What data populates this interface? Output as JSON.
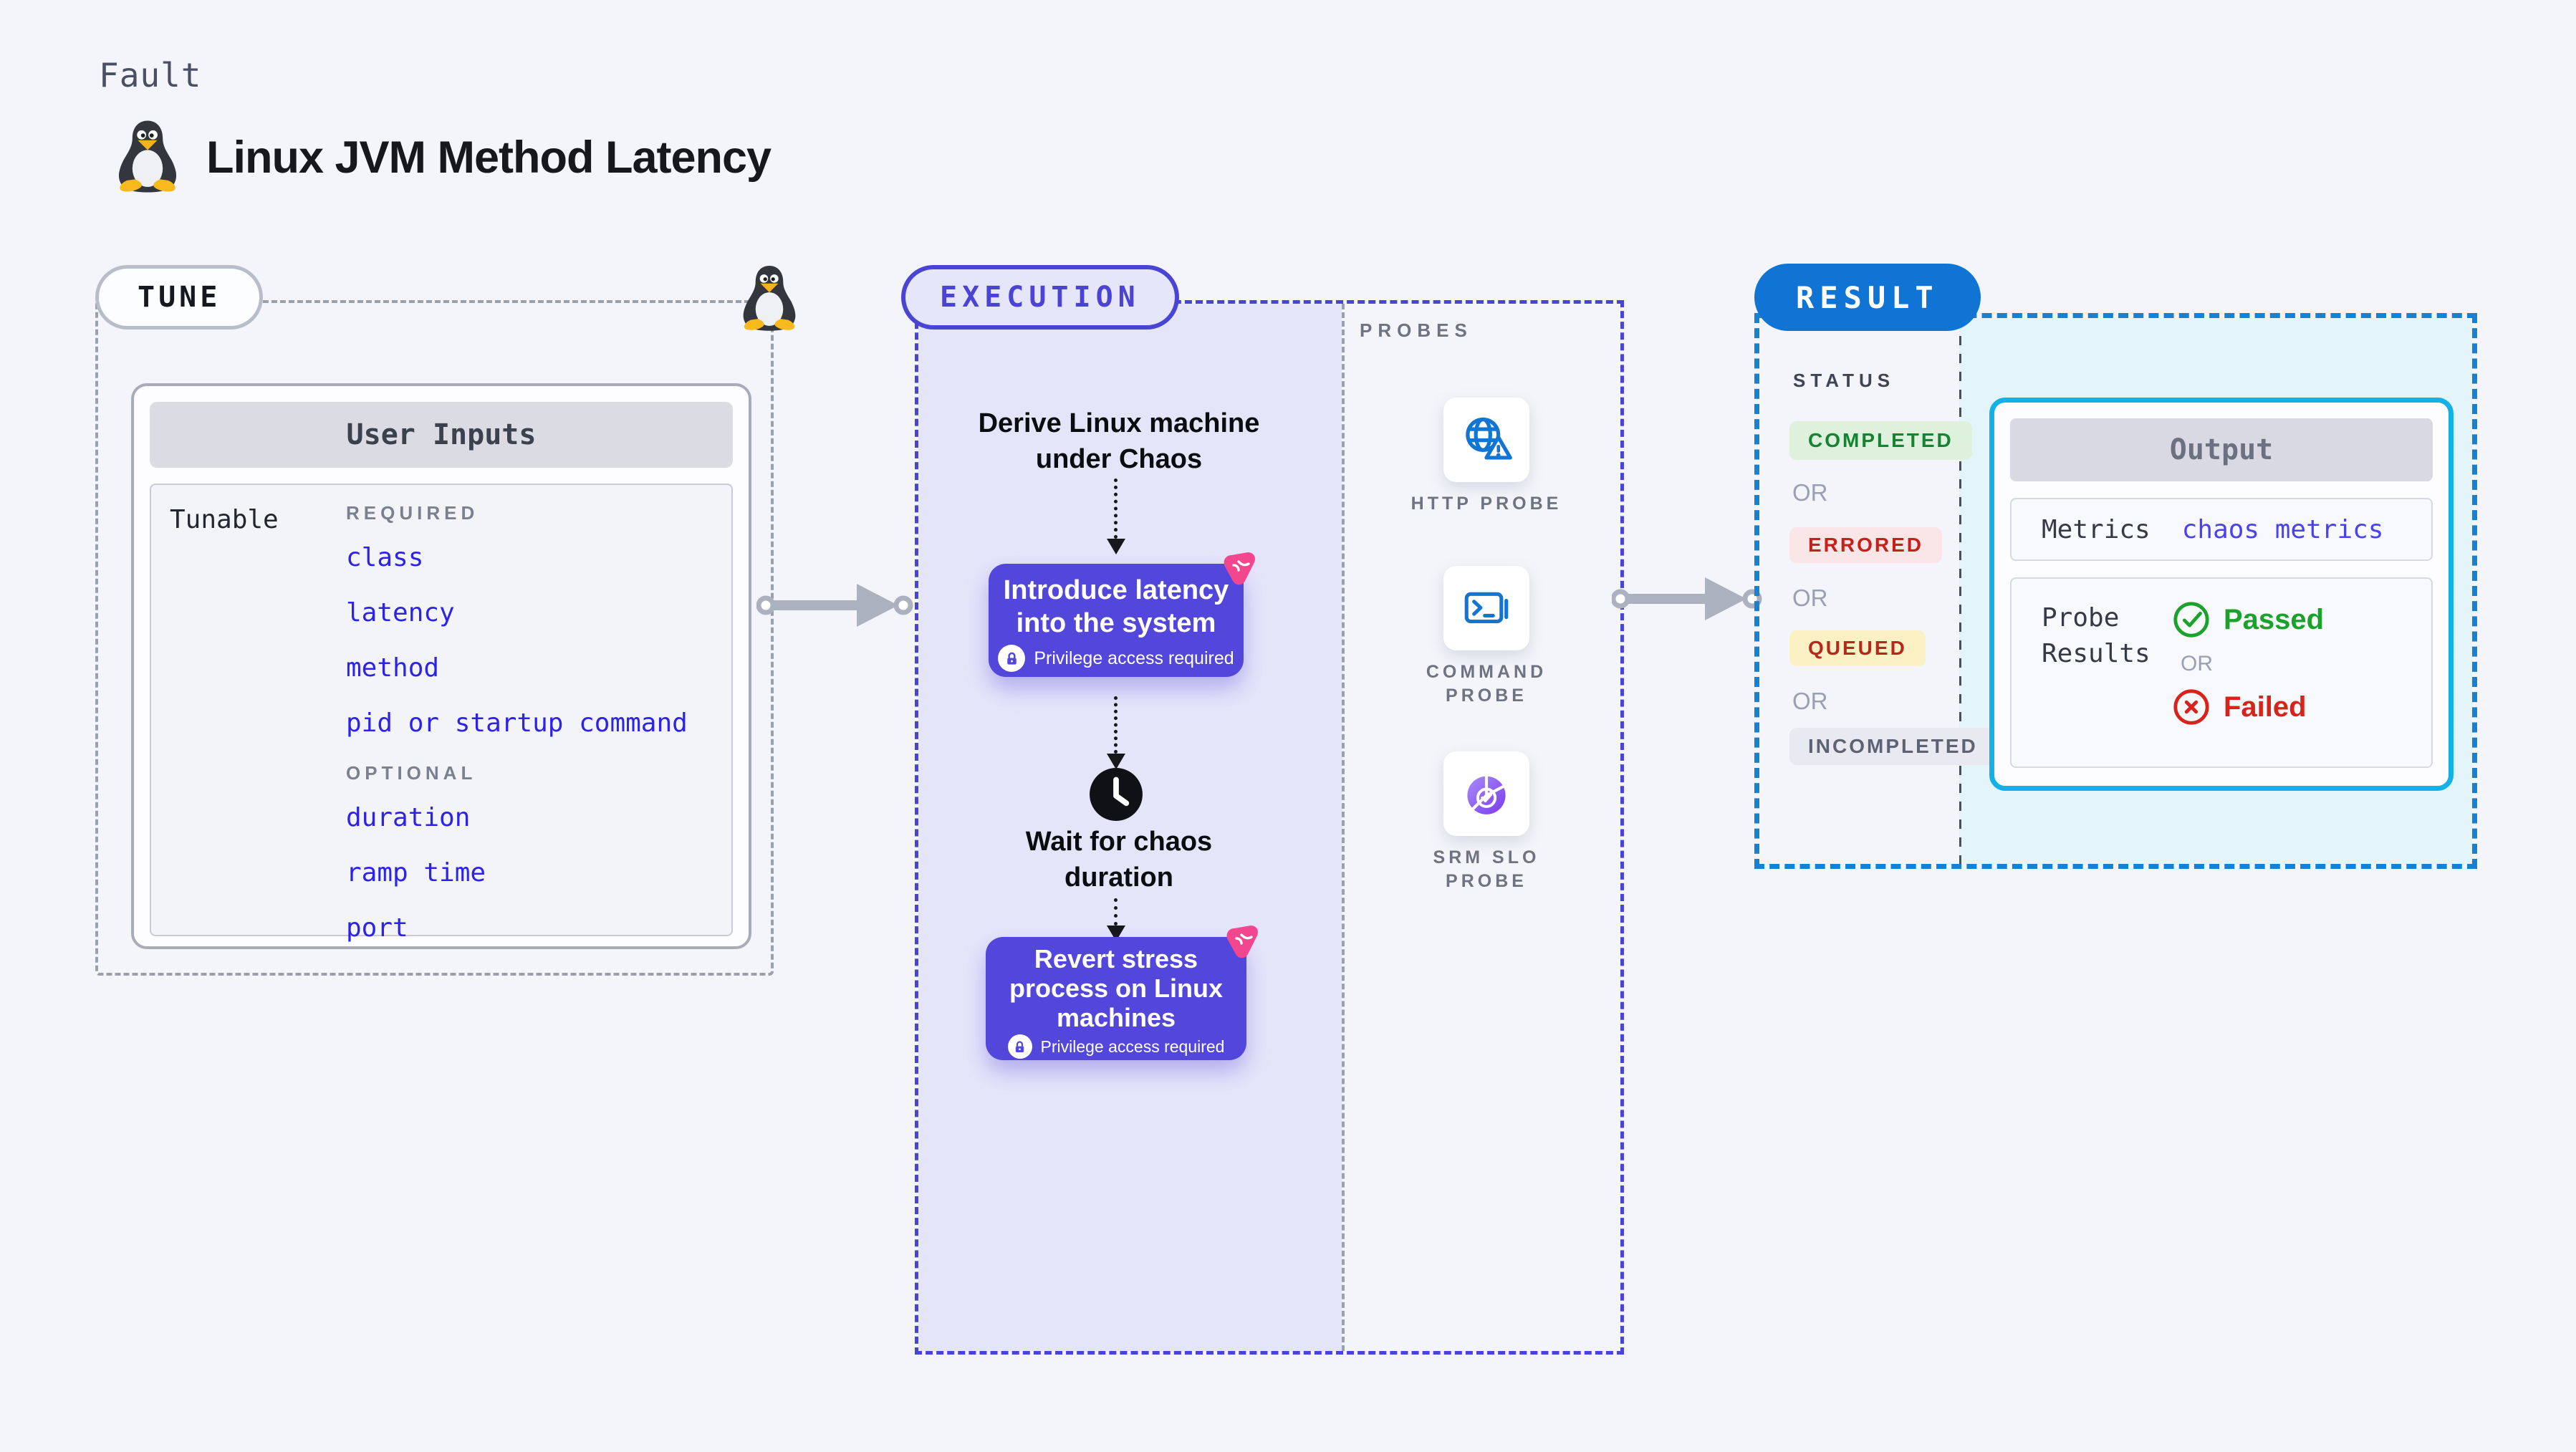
{
  "header": {
    "fault_label": "Fault",
    "title": "Linux JVM Method Latency"
  },
  "tune": {
    "pill_label": "TUNE",
    "card_title": "User Inputs",
    "row_label": "Tunable",
    "required_label": "REQUIRED",
    "optional_label": "OPTIONAL",
    "required_fields": [
      "class",
      "latency",
      "method",
      "pid or startup command"
    ],
    "optional_fields": [
      "duration",
      "ramp time",
      "port"
    ]
  },
  "execution": {
    "pill_label": "EXECUTION",
    "derive_step": {
      "line1": "Derive Linux machine",
      "line2": "under Chaos"
    },
    "introduce_step": {
      "line1": "Introduce latency",
      "line2": "into the system",
      "badge": "Privilege access required"
    },
    "wait_step": {
      "line1": "Wait for chaos",
      "line2": "duration"
    },
    "revert_step": {
      "line1": "Revert stress",
      "line2": "process on Linux",
      "line3": "machines",
      "badge": "Privilege access required"
    }
  },
  "probes": {
    "section_label": "PROBES",
    "items": [
      {
        "icon": "globe-alert-icon",
        "lines": [
          "HTTP PROBE",
          ""
        ]
      },
      {
        "icon": "terminal-icon",
        "lines": [
          "COMMAND",
          "PROBE"
        ]
      },
      {
        "icon": "slo-pie-icon",
        "lines": [
          "SRM SLO",
          "PROBE"
        ]
      }
    ]
  },
  "result": {
    "pill_label": "RESULT",
    "status_label": "STATUS",
    "or_label": "OR",
    "statuses": [
      {
        "label": "COMPLETED",
        "text_color": "#178231",
        "bg_color": "#ddf1dd"
      },
      {
        "label": "ERRORED",
        "text_color": "#c5201c",
        "bg_color": "#fae6e6"
      },
      {
        "label": "QUEUED",
        "text_color": "#b5281c",
        "bg_color": "#fcf0c5"
      },
      {
        "label": "INCOMPLETED",
        "text_color": "#5d6373",
        "bg_color": "#e9eaf1"
      }
    ],
    "output": {
      "title": "Output",
      "metrics_label": "Metrics",
      "metrics_value": "chaos metrics",
      "probe_results_line1": "Probe",
      "probe_results_line2": "Results",
      "passed_label": "Passed",
      "failed_label": "Failed"
    }
  },
  "colors": {
    "page_bg": "#f4f5fa",
    "execution_accent": "#4a44d5",
    "execution_bg": "#e5e5fa",
    "action_box": "#5247da",
    "chaos_pink": "#f2478f",
    "result_accent": "#0f74d3",
    "result_bg": "#e4f4fb",
    "output_border": "#14b0e8",
    "probe_blue": "#1375d3",
    "link_blue": "#2d23e8",
    "passed_green": "#1ba12c",
    "failed_red": "#d7231a"
  }
}
